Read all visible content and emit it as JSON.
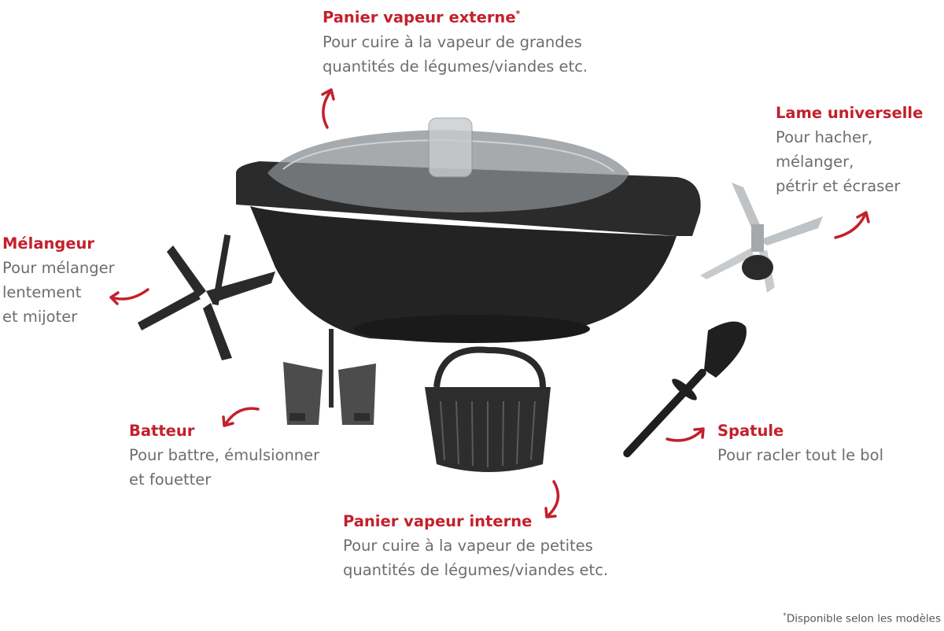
{
  "accent_color": "#c3202b",
  "text_color": "#6d6d6d",
  "parts": {
    "panier_externe": {
      "title": "Panier vapeur externe",
      "marker": "*",
      "desc": "Pour cuire à la vapeur de grandes\nquantités de légumes/viandes etc."
    },
    "lame": {
      "title": "Lame universelle",
      "desc": "Pour hacher,\nmélanger,\npétrir et écraser"
    },
    "melangeur": {
      "title": "Mélangeur",
      "desc": "Pour mélanger\nlentement\net mijoter"
    },
    "batteur": {
      "title": "Batteur",
      "desc": "Pour battre, émulsionner\net fouetter"
    },
    "spatule": {
      "title": "Spatule",
      "desc": "Pour racler tout le bol"
    },
    "panier_interne": {
      "title": "Panier vapeur interne",
      "desc": "Pour cuire à la vapeur de petites\nquantités de légumes/viandes etc."
    }
  },
  "footnote": {
    "marker": "*",
    "text": "Disponible selon les modèles"
  }
}
